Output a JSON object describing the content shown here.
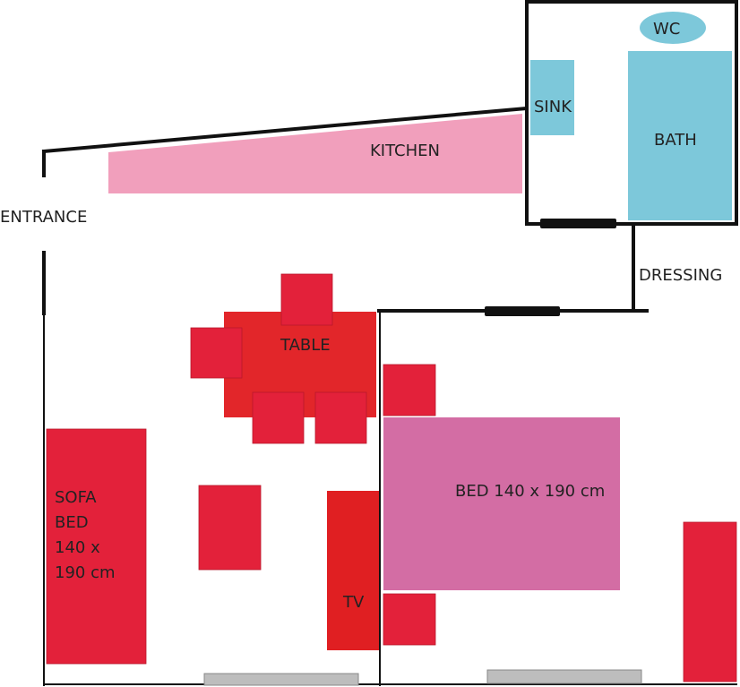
{
  "labels": {
    "entrance": "ENTRANCE",
    "kitchen": "KITCHEN",
    "wc": "WC",
    "sink": "SINK",
    "bath": "BATH",
    "dressing": "DRESSING",
    "table": "TABLE",
    "sofa_bed": [
      "SOFA",
      "BED",
      "140 x",
      "190 cm"
    ],
    "bed": "BED 140 x 190 cm",
    "tv": "TV"
  },
  "colors": {
    "wall": "#111111",
    "kitchen": "#f19fbc",
    "bathroom_fixture": "#7dc8da",
    "furniture_red": "#e3213a",
    "table": "#e2262a",
    "tv": "#e01f22",
    "bed": "#d36da4",
    "window": "#bdbdbd"
  }
}
